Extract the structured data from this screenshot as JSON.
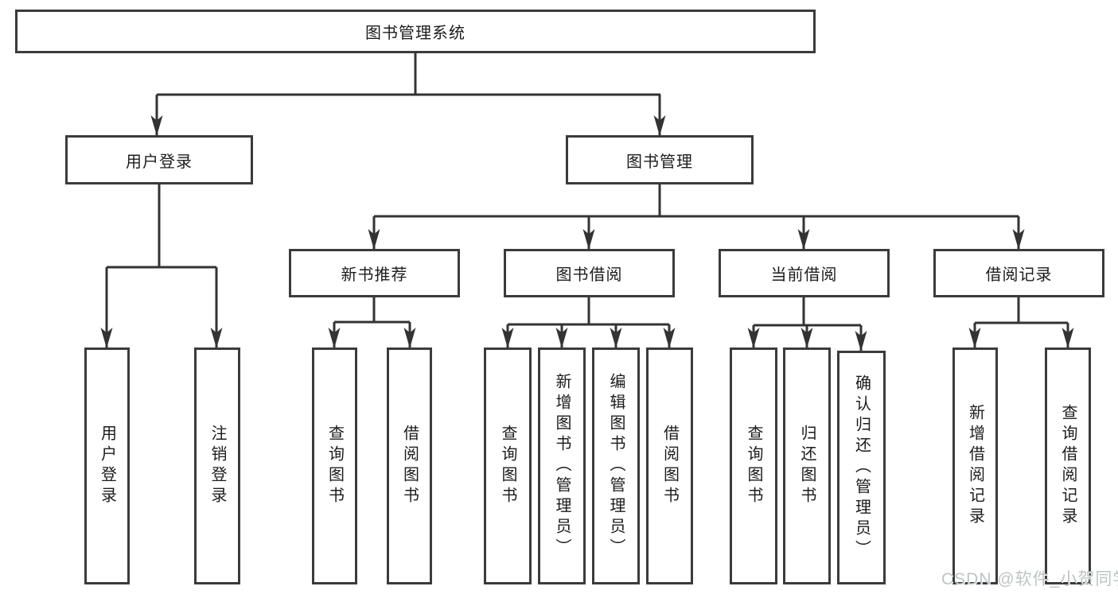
{
  "diagram": {
    "kind": "hierarchy-tree",
    "tree": {
      "label": "图书管理系统",
      "children": [
        {
          "label": "用户登录",
          "children": [
            {
              "label": "用户登录"
            },
            {
              "label": "注销登录"
            }
          ]
        },
        {
          "label": "图书管理",
          "children": [
            {
              "label": "新书推荐",
              "children": [
                {
                  "label": "查询图书"
                },
                {
                  "label": "借阅图书"
                }
              ]
            },
            {
              "label": "图书借阅",
              "children": [
                {
                  "label": "查询图书"
                },
                {
                  "label": "新增图书（管理员）"
                },
                {
                  "label": "编辑图书（管理员）"
                },
                {
                  "label": "借阅图书"
                }
              ]
            },
            {
              "label": "当前借阅",
              "children": [
                {
                  "label": "查询图书"
                },
                {
                  "label": "归还图书"
                },
                {
                  "label": "确认归还（管理员）"
                }
              ]
            },
            {
              "label": "借阅记录",
              "children": [
                {
                  "label": "新增借阅记录"
                },
                {
                  "label": "查询借阅记录"
                }
              ]
            }
          ]
        }
      ]
    },
    "colors": {
      "box_border": "#3b3b3b",
      "connector_line": "#333333",
      "text": "#1c1c1c",
      "background": "#ffffff",
      "watermark_text": "#bfc3c6"
    }
  },
  "watermark": {
    "text": "CSDN @软件_小贺同学"
  }
}
